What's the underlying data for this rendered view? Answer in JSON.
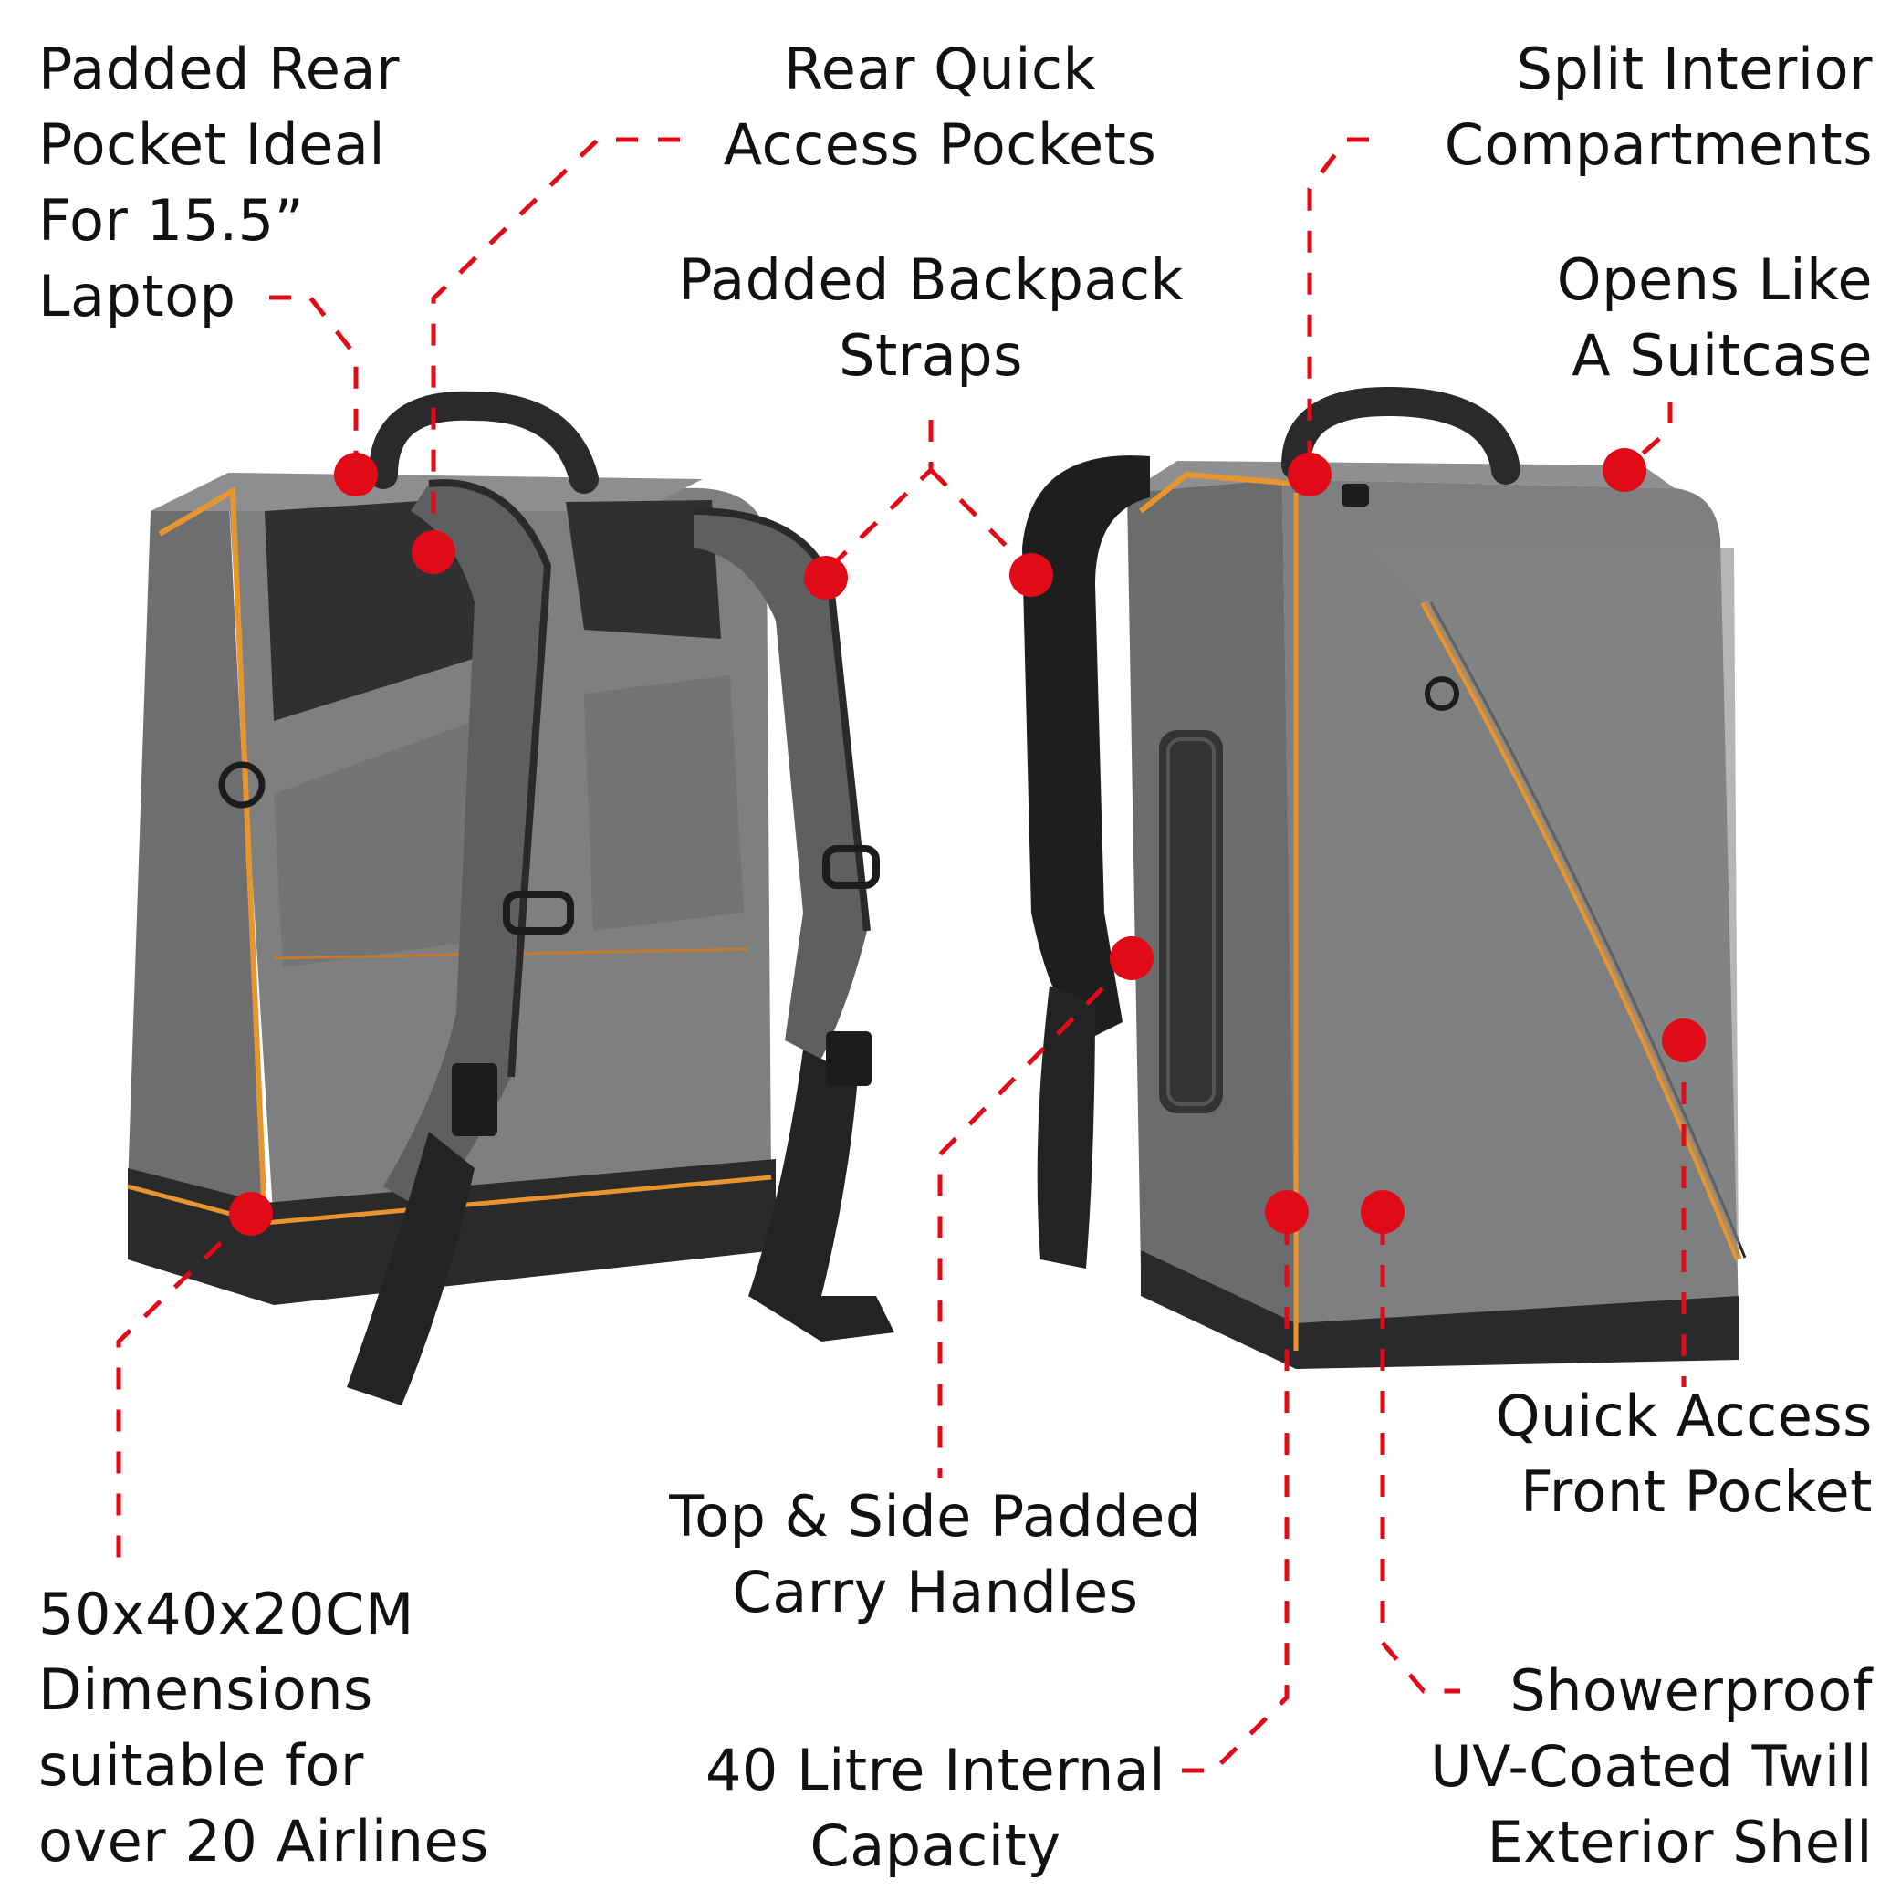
{
  "colors": {
    "callout": "#e10b17",
    "text": "#111111",
    "bag_body": "#7b7c7c",
    "bag_dark": "#2b2b2d",
    "zip_orange": "#e8952f"
  },
  "callouts": [
    {
      "id": "padded-rear-pocket",
      "lines": [
        "Padded Rear",
        "Pocket Ideal",
        "For 15.5”",
        "Laptop"
      ]
    },
    {
      "id": "rear-quick-access",
      "lines": [
        "Rear Quick",
        "Access Pockets"
      ]
    },
    {
      "id": "split-interior",
      "lines": [
        "Split Interior",
        "Compartments"
      ]
    },
    {
      "id": "padded-straps",
      "lines": [
        "Padded Backpack",
        "Straps"
      ]
    },
    {
      "id": "opens-like-suitcase",
      "lines": [
        "Opens Like",
        "A Suitcase"
      ]
    },
    {
      "id": "dimensions",
      "lines": [
        "50x40x20CM",
        "Dimensions",
        "suitable for",
        "over 20 Airlines"
      ]
    },
    {
      "id": "carry-handles",
      "lines": [
        "Top & Side Padded",
        "Carry Handles"
      ]
    },
    {
      "id": "quick-access-front",
      "lines": [
        "Quick Access",
        "Front Pocket"
      ]
    },
    {
      "id": "capacity",
      "lines": [
        "40 Litre Internal",
        "Capacity"
      ]
    },
    {
      "id": "showerproof",
      "lines": [
        "Showerproof",
        "UV-Coated Twill",
        "Exterior Shell"
      ]
    }
  ]
}
